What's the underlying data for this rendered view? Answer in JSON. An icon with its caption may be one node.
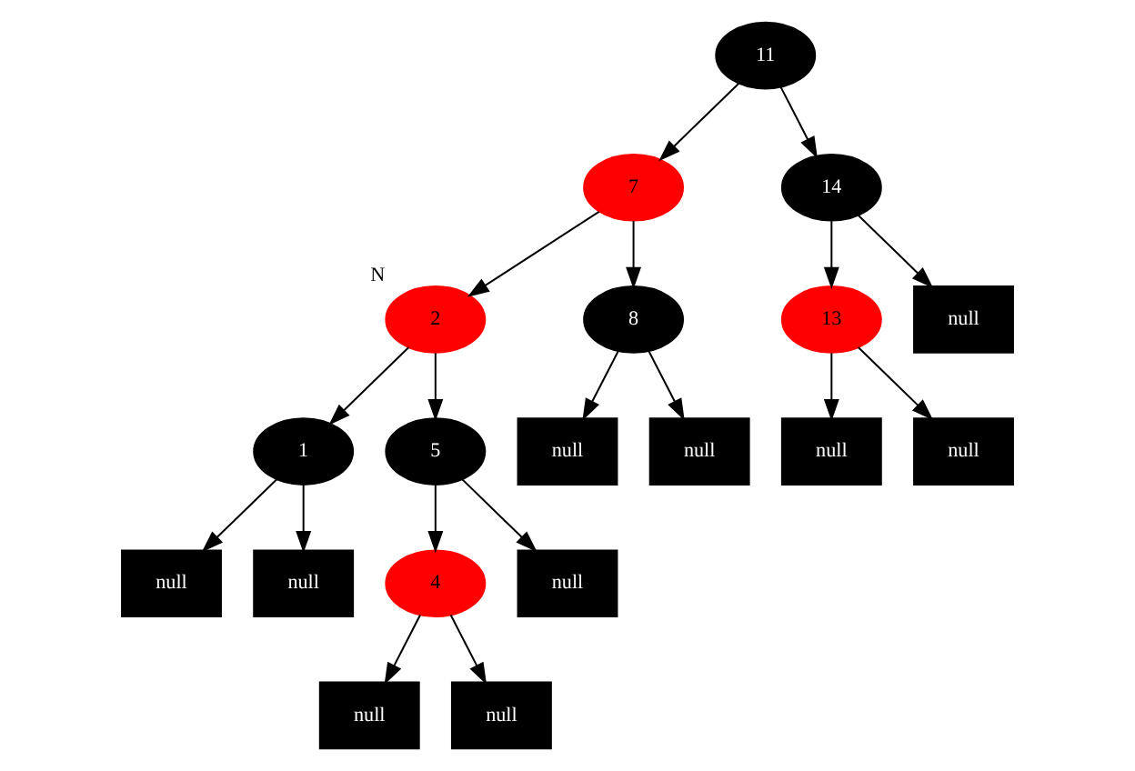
{
  "diagram": {
    "nodes": [
      {
        "text": [
          "11"
        ]
      },
      {
        "text": [
          "7"
        ]
      },
      {
        "text": [
          "14"
        ]
      },
      {
        "text": [
          "2"
        ],
        "beside": [
          "N"
        ]
      },
      {
        "text": [
          "8"
        ]
      },
      {
        "text": [
          "13"
        ]
      },
      {
        "text": [
          "null"
        ]
      },
      {
        "text": [
          "1"
        ]
      },
      {
        "text": [
          "5"
        ]
      },
      {
        "text": [
          "null"
        ]
      },
      {
        "text": [
          "null"
        ]
      },
      {
        "text": [
          "null"
        ]
      },
      {
        "text": [
          "null"
        ]
      },
      {
        "text": [
          "null"
        ]
      },
      {
        "text": [
          "null"
        ]
      },
      {
        "text": [
          "4"
        ]
      },
      {
        "text": [
          "null"
        ]
      },
      {
        "text": [
          "null"
        ]
      },
      {
        "text": [
          "null"
        ]
      }
    ],
    "edges": [
      {
        "from": 0,
        "to": 1,
        "arrow": "to"
      },
      {
        "from": 0,
        "to": 2,
        "arrow": "to"
      },
      {
        "from": 1,
        "to": 3,
        "arrow": "to"
      },
      {
        "from": 1,
        "to": 4,
        "arrow": "to"
      },
      {
        "from": 2,
        "to": 5,
        "arrow": "to"
      },
      {
        "from": 2,
        "to": 6,
        "arrow": "to"
      },
      {
        "from": 3,
        "to": 7,
        "arrow": "to"
      },
      {
        "from": 3,
        "to": 8,
        "arrow": "to"
      },
      {
        "from": 4,
        "to": 9,
        "arrow": "to"
      },
      {
        "from": 4,
        "to": 10,
        "arrow": "to"
      },
      {
        "from": 5,
        "to": 11,
        "arrow": "to"
      },
      {
        "from": 5,
        "to": 12,
        "arrow": "to"
      },
      {
        "from": 7,
        "to": 13,
        "arrow": "to"
      },
      {
        "from": 7,
        "to": 14,
        "arrow": "to"
      },
      {
        "from": 8,
        "to": 15,
        "arrow": "to"
      },
      {
        "from": 8,
        "to": 16,
        "arrow": "to"
      },
      {
        "from": 15,
        "to": 17,
        "arrow": "to"
      },
      {
        "from": 15,
        "to": 18,
        "arrow": "to"
      }
    ]
  }
}
